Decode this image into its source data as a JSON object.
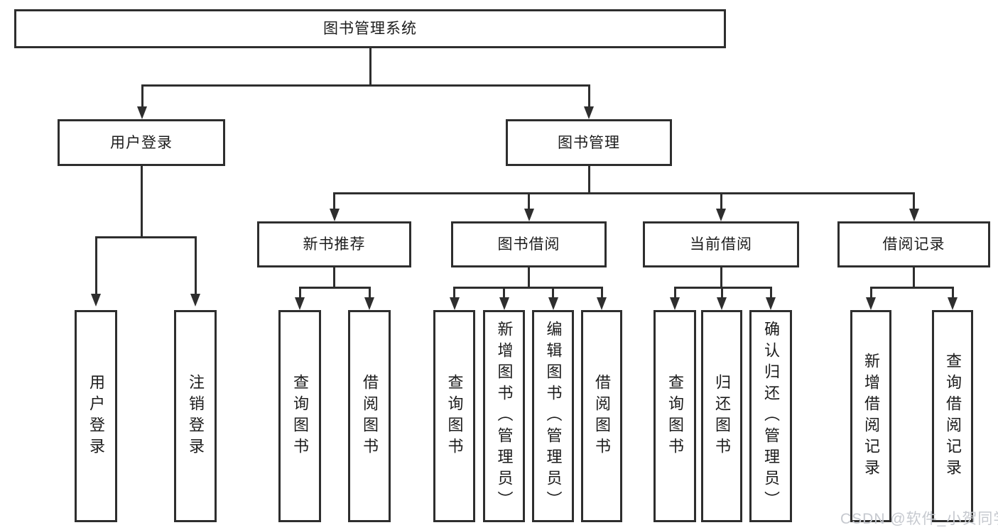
{
  "nodes": {
    "root": "图书管理系统",
    "user_login": "用户登录",
    "book_mgmt": "图书管理",
    "new_books": "新书推荐",
    "book_borrow": "图书借阅",
    "current_borrow": "当前借阅",
    "borrow_records": "借阅记录",
    "leaf_user_login": "用户登录",
    "leaf_logout": "注销登录",
    "leaf_nb_query": "查询图书",
    "leaf_nb_borrow": "借阅图书",
    "leaf_bb_query": "查询图书",
    "leaf_bb_add": "新增图书（管理员）",
    "leaf_bb_edit": "编辑图书（管理员）",
    "leaf_bb_borrow": "借阅图书",
    "leaf_cb_query": "查询图书",
    "leaf_cb_return": "归还图书",
    "leaf_cb_confirm": "确认归还（管理员）",
    "leaf_br_add": "新增借阅记录",
    "leaf_br_query": "查询借阅记录"
  },
  "watermark": "CSDN @软件_小贺同学",
  "colors": {
    "line": "#2e2e2e",
    "text": "#1c1c1c",
    "background": "#ffffff",
    "watermark": "#c6c9cf"
  }
}
